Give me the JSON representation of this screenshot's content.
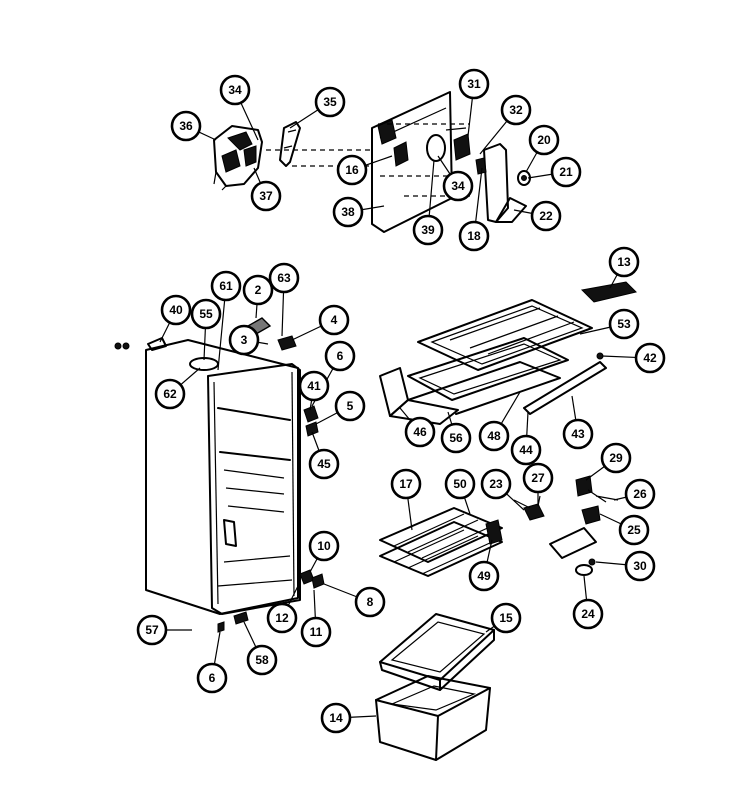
{
  "diagram": {
    "callouts": [
      {
        "id": "c34a",
        "label": "34"
      },
      {
        "id": "c35",
        "label": "35"
      },
      {
        "id": "c36",
        "label": "36"
      },
      {
        "id": "c37",
        "label": "37"
      },
      {
        "id": "c31",
        "label": "31"
      },
      {
        "id": "c32",
        "label": "32"
      },
      {
        "id": "c16",
        "label": "16"
      },
      {
        "id": "c34b",
        "label": "34"
      },
      {
        "id": "c20",
        "label": "20"
      },
      {
        "id": "c21",
        "label": "21"
      },
      {
        "id": "c38",
        "label": "38"
      },
      {
        "id": "c39",
        "label": "39"
      },
      {
        "id": "c18",
        "label": "18"
      },
      {
        "id": "c22",
        "label": "22"
      },
      {
        "id": "c13",
        "label": "13"
      },
      {
        "id": "c61",
        "label": "61"
      },
      {
        "id": "c2",
        "label": "2"
      },
      {
        "id": "c63",
        "label": "63"
      },
      {
        "id": "c40",
        "label": "40"
      },
      {
        "id": "c55",
        "label": "55"
      },
      {
        "id": "c4",
        "label": "4"
      },
      {
        "id": "c53",
        "label": "53"
      },
      {
        "id": "c42",
        "label": "42"
      },
      {
        "id": "c3",
        "label": "3"
      },
      {
        "id": "c6a",
        "label": "6"
      },
      {
        "id": "c62",
        "label": "62"
      },
      {
        "id": "c41",
        "label": "41"
      },
      {
        "id": "c5",
        "label": "5"
      },
      {
        "id": "c46",
        "label": "46"
      },
      {
        "id": "c56",
        "label": "56"
      },
      {
        "id": "c48",
        "label": "48"
      },
      {
        "id": "c44",
        "label": "44"
      },
      {
        "id": "c43",
        "label": "43"
      },
      {
        "id": "c45",
        "label": "45"
      },
      {
        "id": "c29",
        "label": "29"
      },
      {
        "id": "c17",
        "label": "17"
      },
      {
        "id": "c50",
        "label": "50"
      },
      {
        "id": "c23",
        "label": "23"
      },
      {
        "id": "c27",
        "label": "27"
      },
      {
        "id": "c26",
        "label": "26"
      },
      {
        "id": "c25",
        "label": "25"
      },
      {
        "id": "c10",
        "label": "10"
      },
      {
        "id": "c49",
        "label": "49"
      },
      {
        "id": "c30",
        "label": "30"
      },
      {
        "id": "c12",
        "label": "12"
      },
      {
        "id": "c8",
        "label": "8"
      },
      {
        "id": "c11",
        "label": "11"
      },
      {
        "id": "c24",
        "label": "24"
      },
      {
        "id": "c15",
        "label": "15"
      },
      {
        "id": "c57",
        "label": "57"
      },
      {
        "id": "c58",
        "label": "58"
      },
      {
        "id": "c6b",
        "label": "6"
      },
      {
        "id": "c14",
        "label": "14"
      }
    ]
  }
}
